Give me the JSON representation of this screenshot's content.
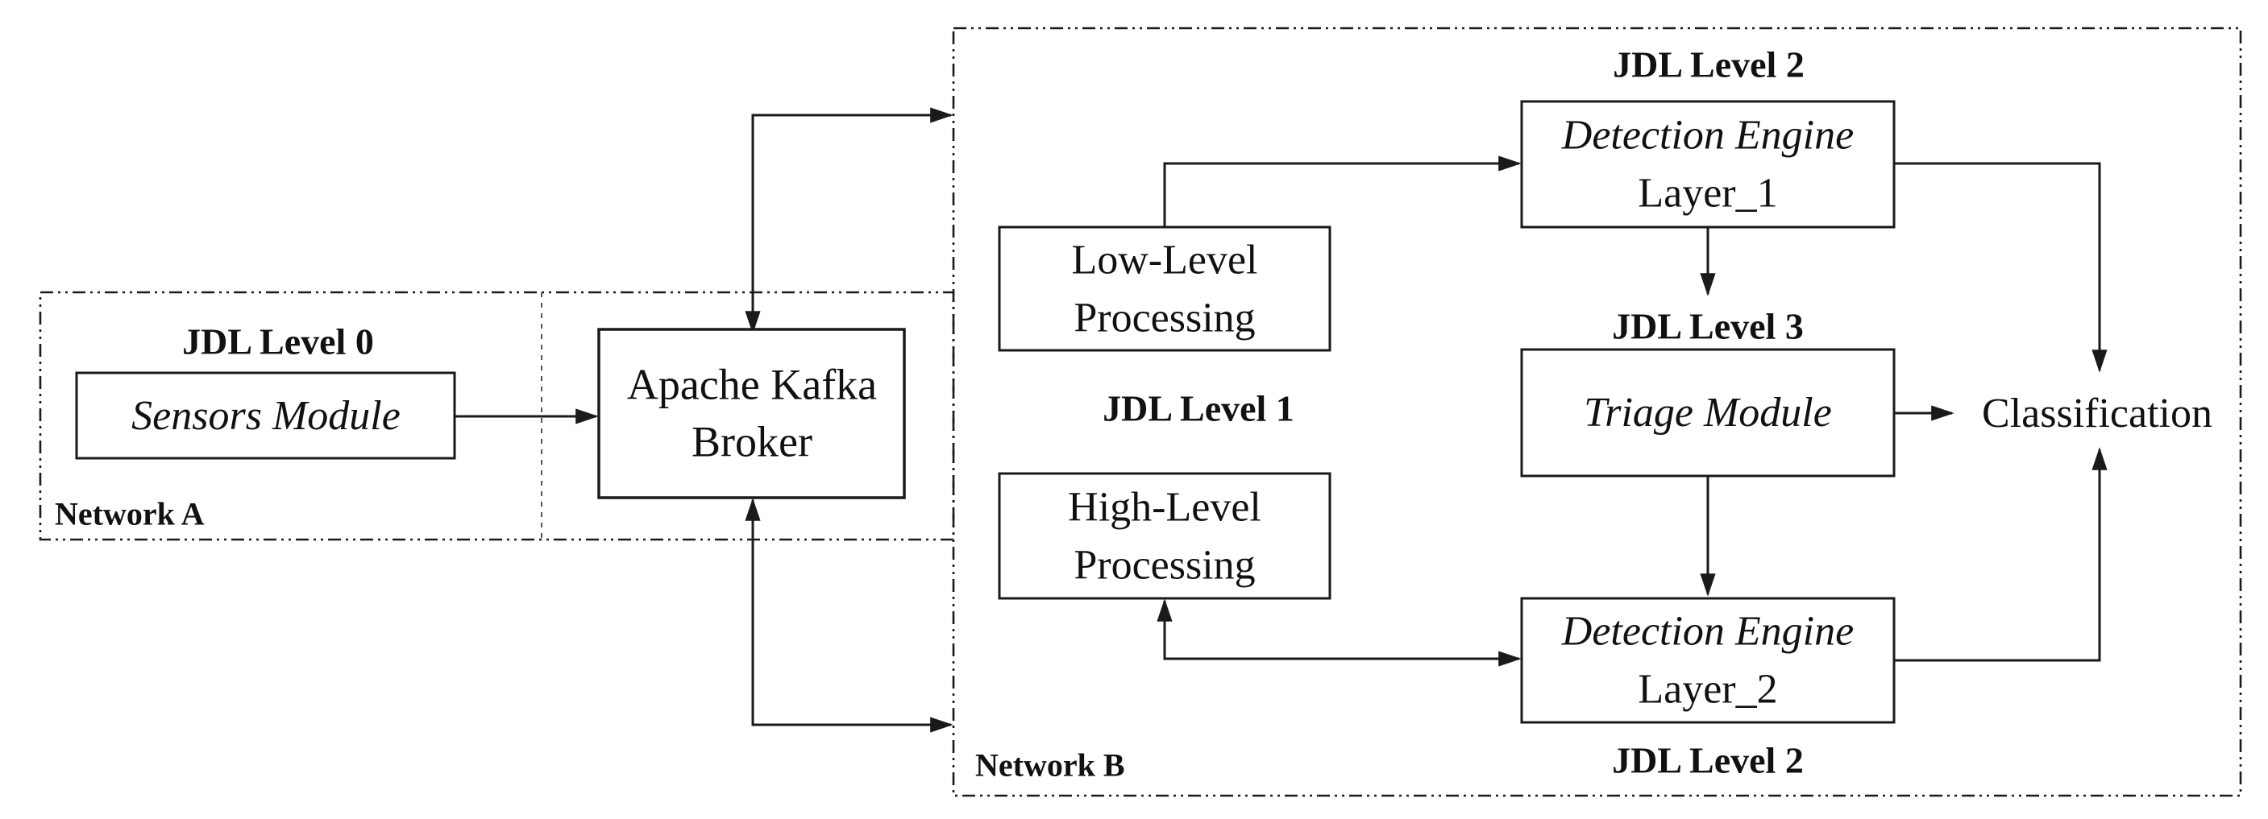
{
  "colors": {
    "ink": "#1a1a1a",
    "background": "#ffffff"
  },
  "containers": {
    "network_a": {
      "label": "Network A"
    },
    "network_b": {
      "label": "Network B"
    }
  },
  "level_labels": {
    "jdl0": "JDL Level 0",
    "jdl1": "JDL Level 1",
    "jdl2_top": "JDL Level 2",
    "jdl3": "JDL Level 3",
    "jdl2_bottom": "JDL Level 2"
  },
  "nodes": {
    "sensors": {
      "line1": "Sensors Module"
    },
    "kafka": {
      "line1": "Apache Kafka",
      "line2": "Broker"
    },
    "low_level": {
      "line1": "Low-Level",
      "line2": "Processing"
    },
    "high_level": {
      "line1": "High-Level",
      "line2": "Processing"
    },
    "detection1": {
      "line1": "Detection Engine",
      "line2": "Layer_1"
    },
    "triage": {
      "line1": "Triage Module"
    },
    "detection2": {
      "line1": "Detection Engine",
      "line2": "Layer_2"
    },
    "classification": {
      "label": "Classification"
    }
  }
}
